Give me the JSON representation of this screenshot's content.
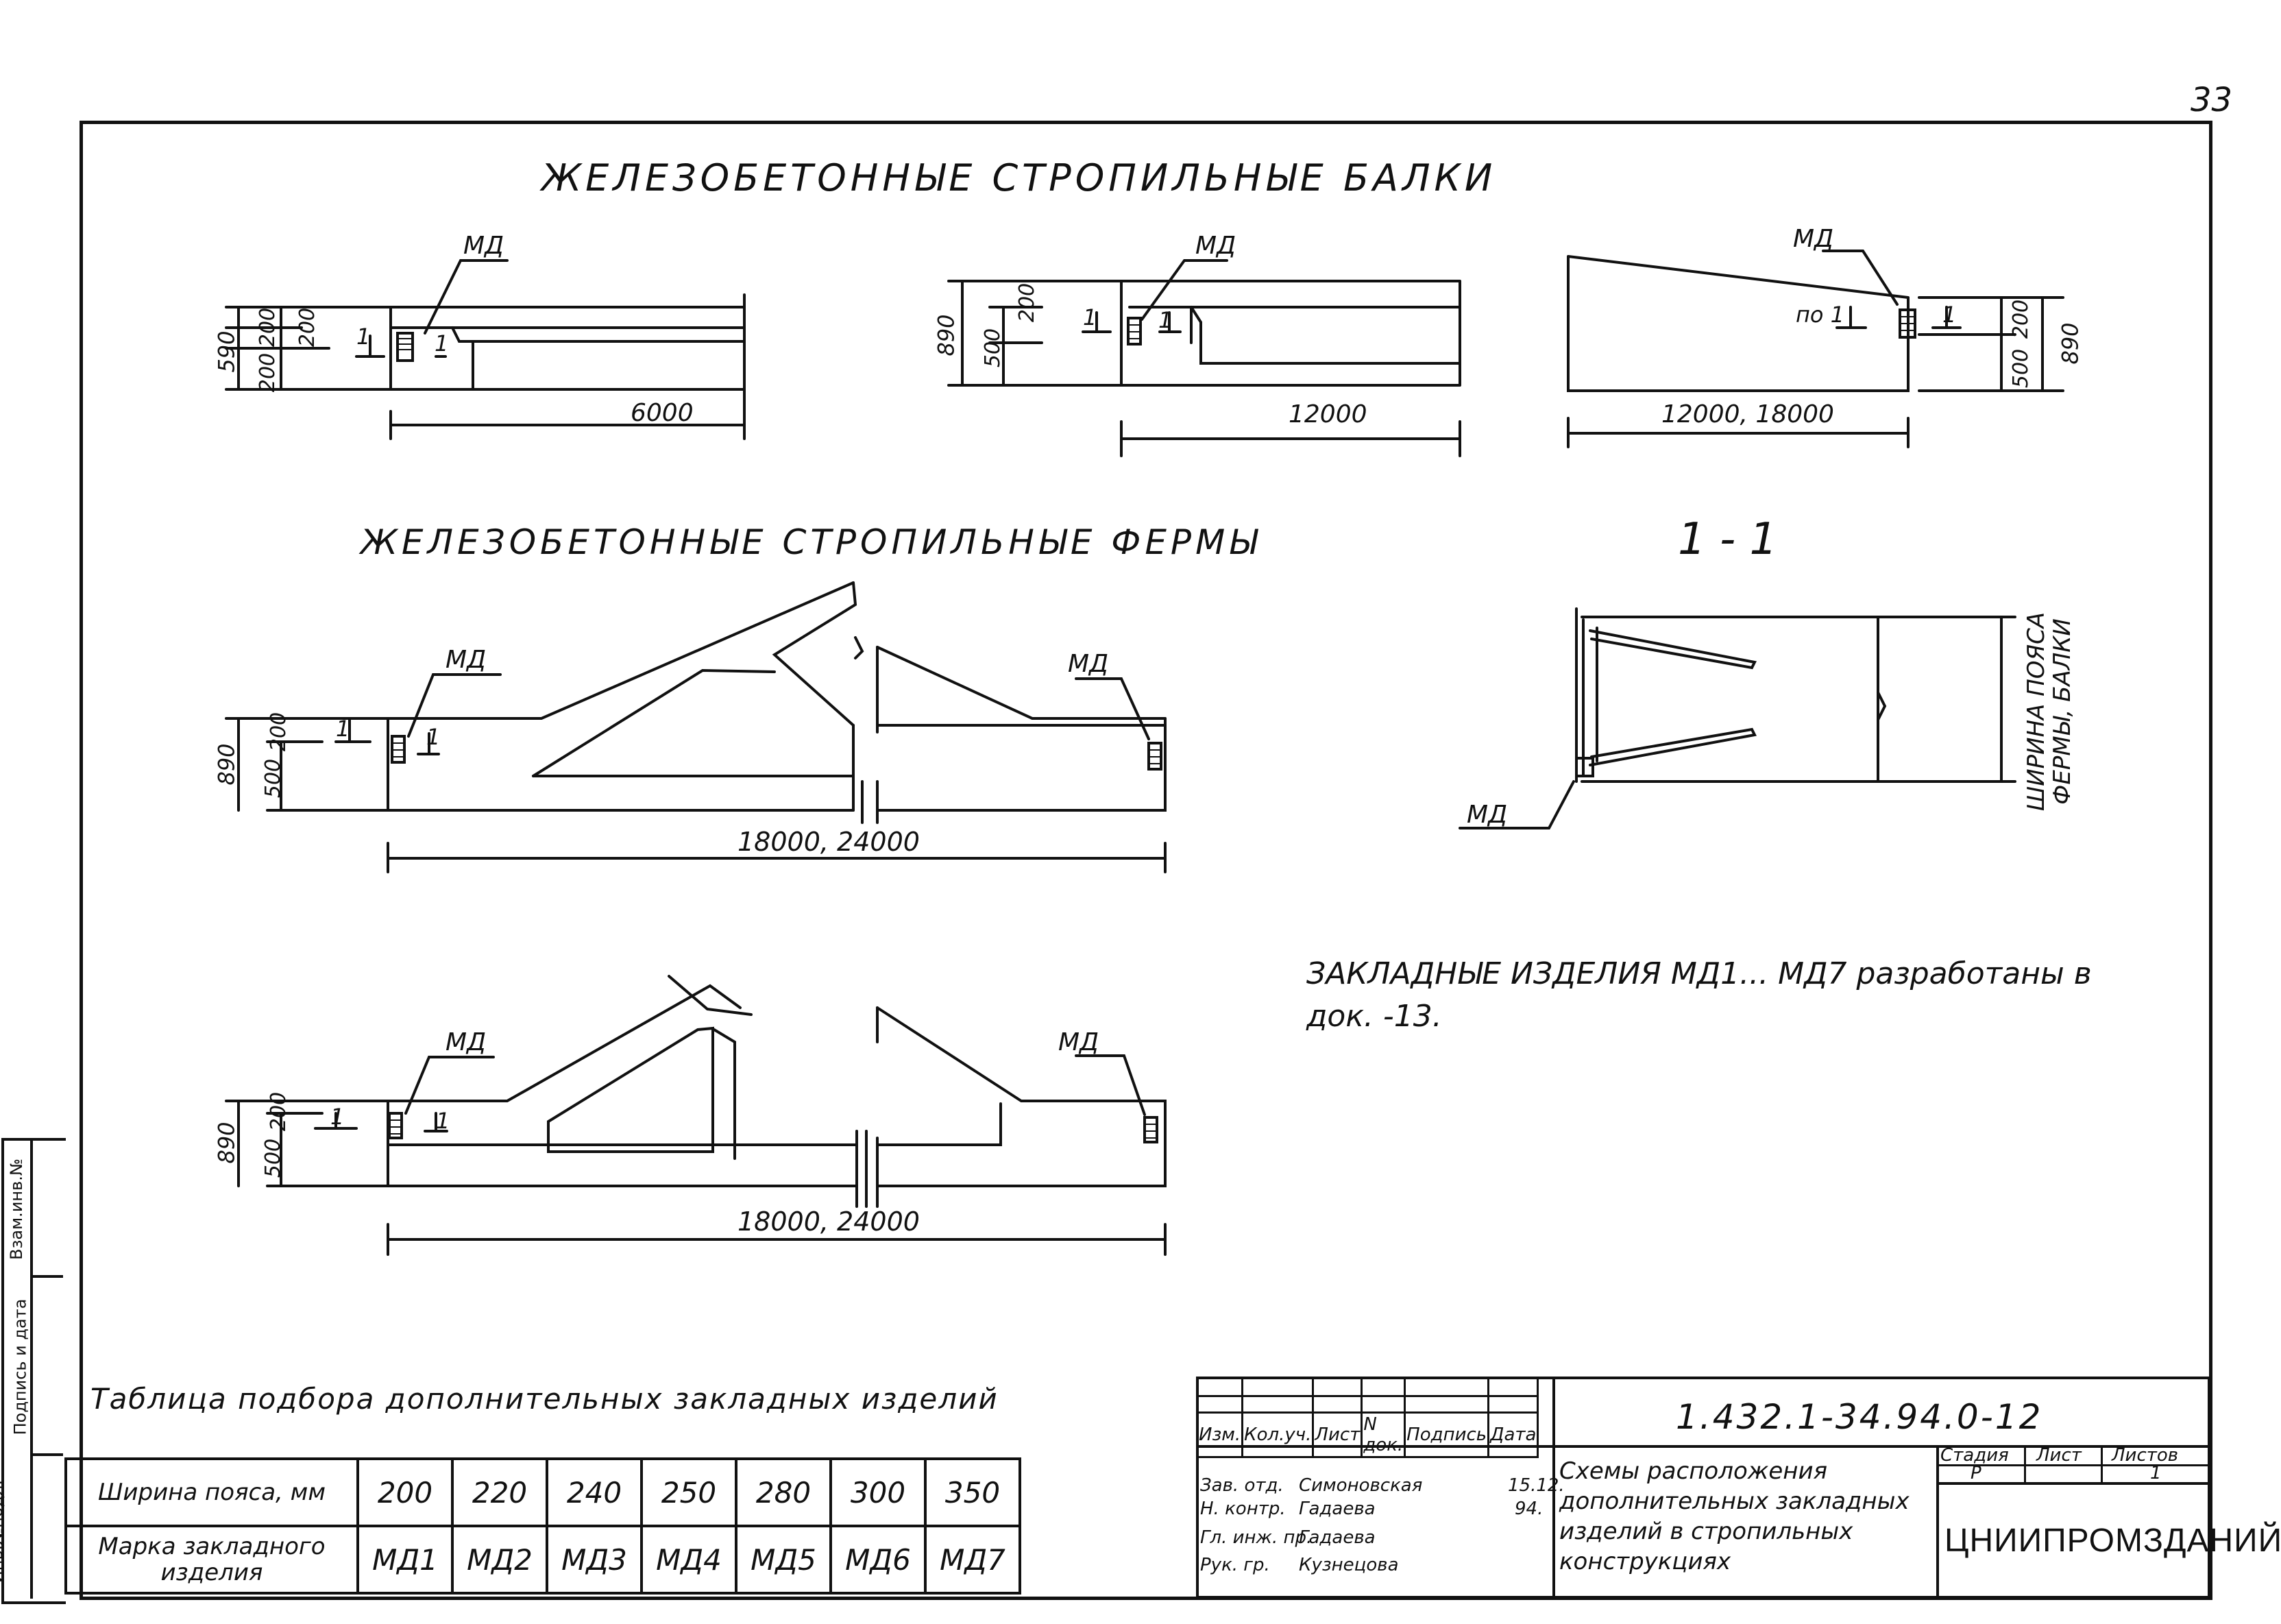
{
  "page_number": "33",
  "section_beams_title": "ЖЕЛЕЗОБЕТОННЫЕ СТРОПИЛЬНЫЕ БАЛКИ",
  "section_trusses_title": "ЖЕЛЕЗОБЕТОННЫЕ СТРОПИЛЬНЫЕ ФЕРМЫ",
  "section_cut_label": "1 - 1",
  "md_label": "МД",
  "cut_marker": "1",
  "cut_marker_po": "по 1",
  "beam_left": {
    "dims": [
      "590",
      "200",
      "200",
      "200"
    ],
    "span": "6000"
  },
  "beam_middle": {
    "dims": [
      "890",
      "500",
      "200"
    ],
    "span": "12000"
  },
  "beam_right": {
    "dims": [
      "890",
      "500",
      "200"
    ],
    "span": "12000, 18000"
  },
  "truss_1": {
    "dims": [
      "890",
      "500",
      "200"
    ],
    "span": "18000, 24000"
  },
  "truss_2": {
    "dims": [
      "890",
      "500",
      "200"
    ],
    "span": "18000, 24000"
  },
  "cut_width_label": "ШИРИНА ПОЯСА ФЕРМЫ, БАЛКИ",
  "note": "ЗАКЛАДНЫЕ ИЗДЕЛИЯ МД1... МД7 разработаны в док. -13.",
  "selection_table": {
    "title": "Таблица подбора дополнительных закладных изделий",
    "row1_header": "Ширина пояса, мм",
    "row2_header": "Марка закладного изделия",
    "widths": [
      "200",
      "220",
      "240",
      "250",
      "280",
      "300",
      "350"
    ],
    "marks": [
      "МД1",
      "МД2",
      "МД3",
      "МД4",
      "МД5",
      "МД6",
      "МД7"
    ]
  },
  "side_strip": {
    "cells": [
      "Инв.№подл.",
      "Подпись и дата",
      "Взам.инв.№"
    ]
  },
  "title_block": {
    "document_code": "1.432.1-34.94.0-12",
    "header_cols": [
      "Изм.",
      "Кол.уч.",
      "Лист",
      "N док.",
      "Подпись",
      "Дата"
    ],
    "people": [
      {
        "role": "Зав. отд.",
        "name": "Симоновская",
        "date": "15.12."
      },
      {
        "role": "Н. контр.",
        "name": "Гадаева",
        "date": "94."
      },
      {
        "role": "Гл. инж. пр.",
        "name": "Гадаева",
        "date": ""
      },
      {
        "role": "Рук. гр.",
        "name": "Кузнецова",
        "date": ""
      }
    ],
    "sheet_title": "Схемы расположения дополнительных закладных изделий в стропильных конструкциях",
    "stage_label": "Стадия",
    "sheet_label": "Лист",
    "sheets_label": "Листов",
    "stage_value": "Р",
    "sheet_value": "",
    "sheets_value": "1",
    "organization": "ЦНИИПРОМЗДАНИЙ"
  }
}
